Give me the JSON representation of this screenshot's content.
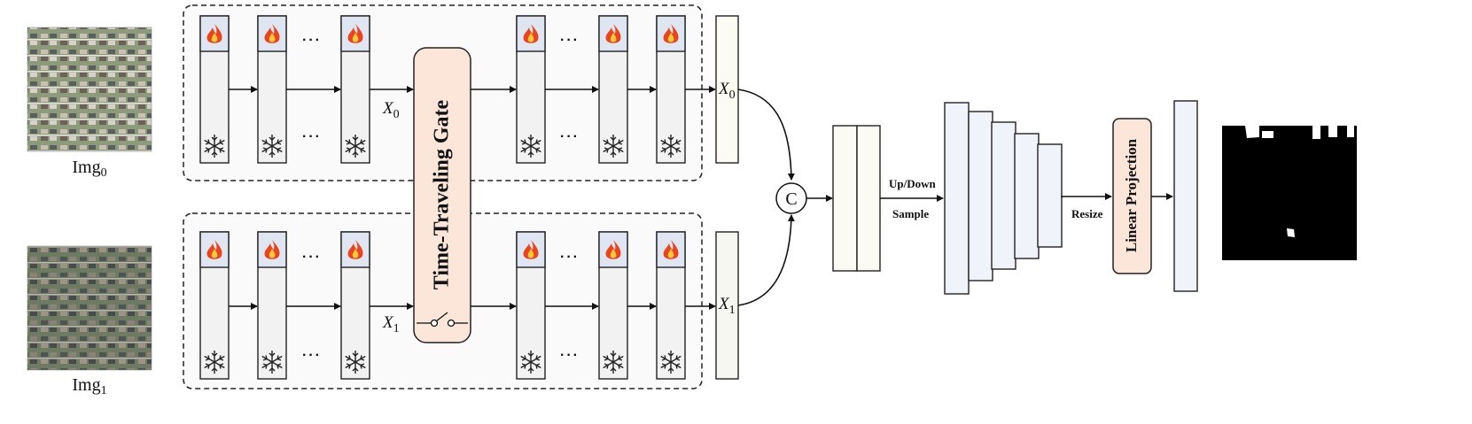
{
  "inputs": [
    {
      "label": "Img",
      "sub": "0"
    },
    {
      "label": "Img",
      "sub": "1"
    }
  ],
  "features": [
    {
      "var": "X",
      "sub": "0"
    },
    {
      "var": "X",
      "sub": "1"
    }
  ],
  "gate_label": "Time-Traveling Gate",
  "concat_symbol": "C",
  "updown_label": "Up/Down",
  "sample_label": "Sample",
  "resize_label": "Resize",
  "projection_label": "Linear Projection",
  "ellipsis": "···",
  "icons": {
    "trainable": "fire-icon",
    "frozen": "snowflake-icon",
    "switch": "switch-icon"
  },
  "colors": {
    "block_fill": "#f2f2f2",
    "block_header": "#dfe6f2",
    "gate_fill": "#fbe6d9",
    "feature_fill": "#fcfbf3",
    "pyramid_fill": "#f0f4fa",
    "panel_fill": "#fafafa",
    "fire": "#e8441f"
  }
}
